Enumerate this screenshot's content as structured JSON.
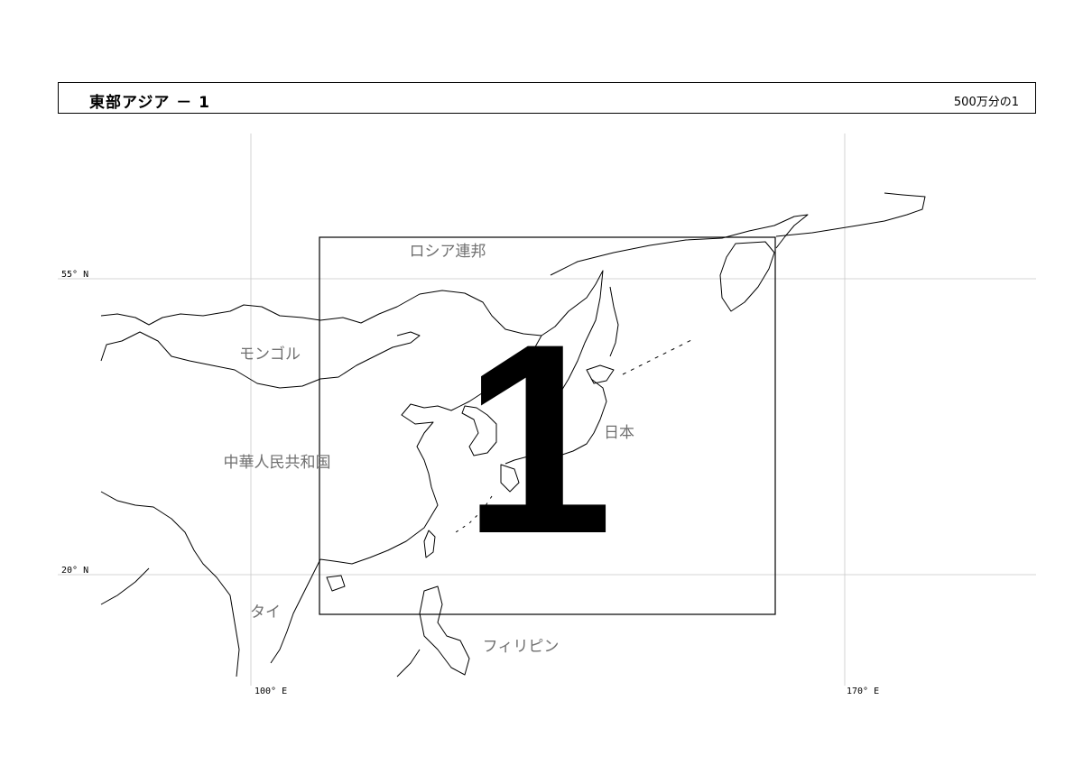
{
  "header": {
    "title": "東部アジア － 1",
    "scale": "500万分の1"
  },
  "grid": {
    "lat_labels": [
      "55° N",
      "20° N"
    ],
    "lon_labels": [
      "100° E",
      "170° E"
    ]
  },
  "sheet_number": "1",
  "country_labels": {
    "russia": "ロシア連邦",
    "mongolia": "モンゴル",
    "china": "中華人民共和国",
    "japan": "日本",
    "thailand": "タイ",
    "philippines": "フィリピン"
  },
  "colors": {
    "coastline": "#000000",
    "grid": "#c8c8c8",
    "label": "#707070"
  }
}
